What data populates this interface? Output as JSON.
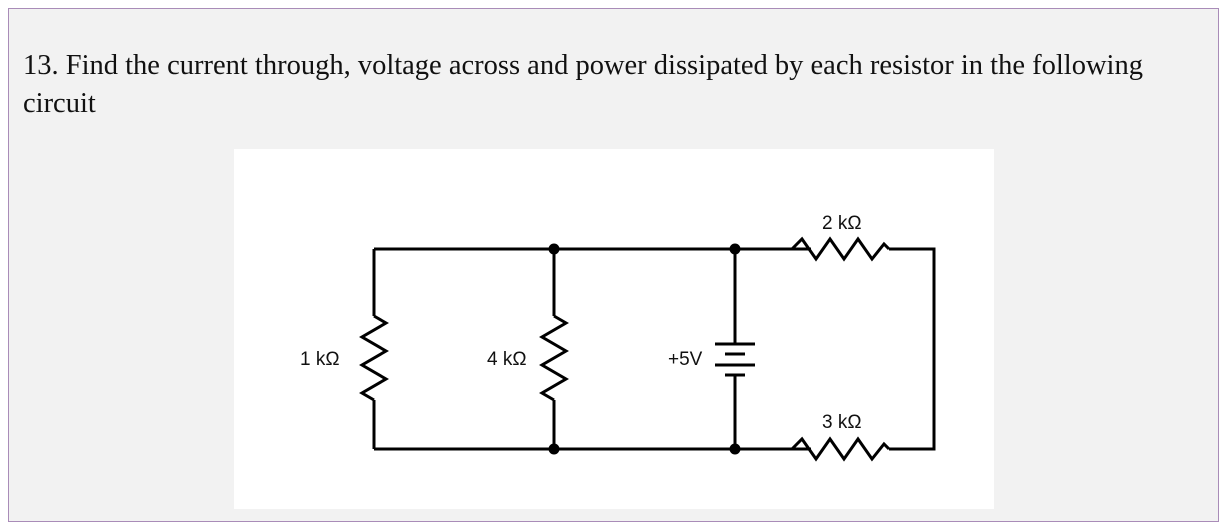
{
  "question": {
    "text": "13. Find the current through, voltage across and power dissipated by each resistor in the following circuit"
  },
  "circuit": {
    "resistors": [
      {
        "id": "r1",
        "label": "1 kΩ"
      },
      {
        "id": "r4",
        "label": "4 kΩ"
      },
      {
        "id": "r2",
        "label": "2 kΩ"
      },
      {
        "id": "r3",
        "label": "3 kΩ"
      }
    ],
    "source": {
      "label": "+5V"
    }
  }
}
